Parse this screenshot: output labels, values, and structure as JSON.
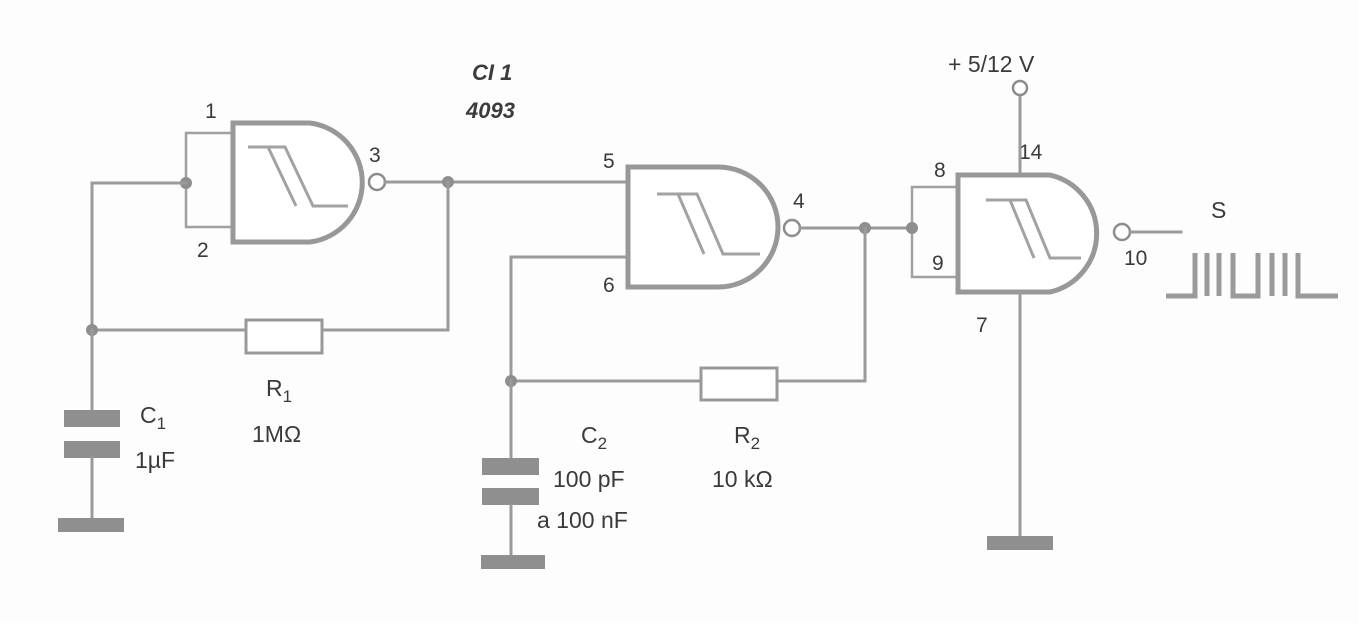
{
  "diagram": {
    "type": "circuit-schematic",
    "title": "Schmitt-trigger NAND oscillator / gated oscillator",
    "ic": {
      "label": "CI 1",
      "part": "4093"
    },
    "supply": {
      "label": "+ 5/12 V"
    },
    "output": {
      "label": "S"
    },
    "gates": [
      {
        "id": "gate-1",
        "inputs": [
          "1",
          "2"
        ],
        "output": "3"
      },
      {
        "id": "gate-2",
        "inputs": [
          "5",
          "6"
        ],
        "output": "4"
      },
      {
        "id": "gate-3",
        "inputs": [
          "8",
          "9"
        ],
        "output": "10",
        "vdd_pin": "14",
        "gnd_pin": "7"
      }
    ],
    "components": {
      "c1": {
        "name": "C",
        "sub": "1",
        "value": "1µF"
      },
      "r1": {
        "name": "R",
        "sub": "1",
        "value": "1MΩ"
      },
      "c2": {
        "name": "C",
        "sub": "2",
        "value": "100 pF",
        "value2": "a 100 nF"
      },
      "r2": {
        "name": "R",
        "sub": "2",
        "value": "10 kΩ"
      }
    },
    "colors": {
      "wire": "#9a9a9a",
      "text": "#3a3a3a",
      "background": "#fdfdfd"
    }
  }
}
